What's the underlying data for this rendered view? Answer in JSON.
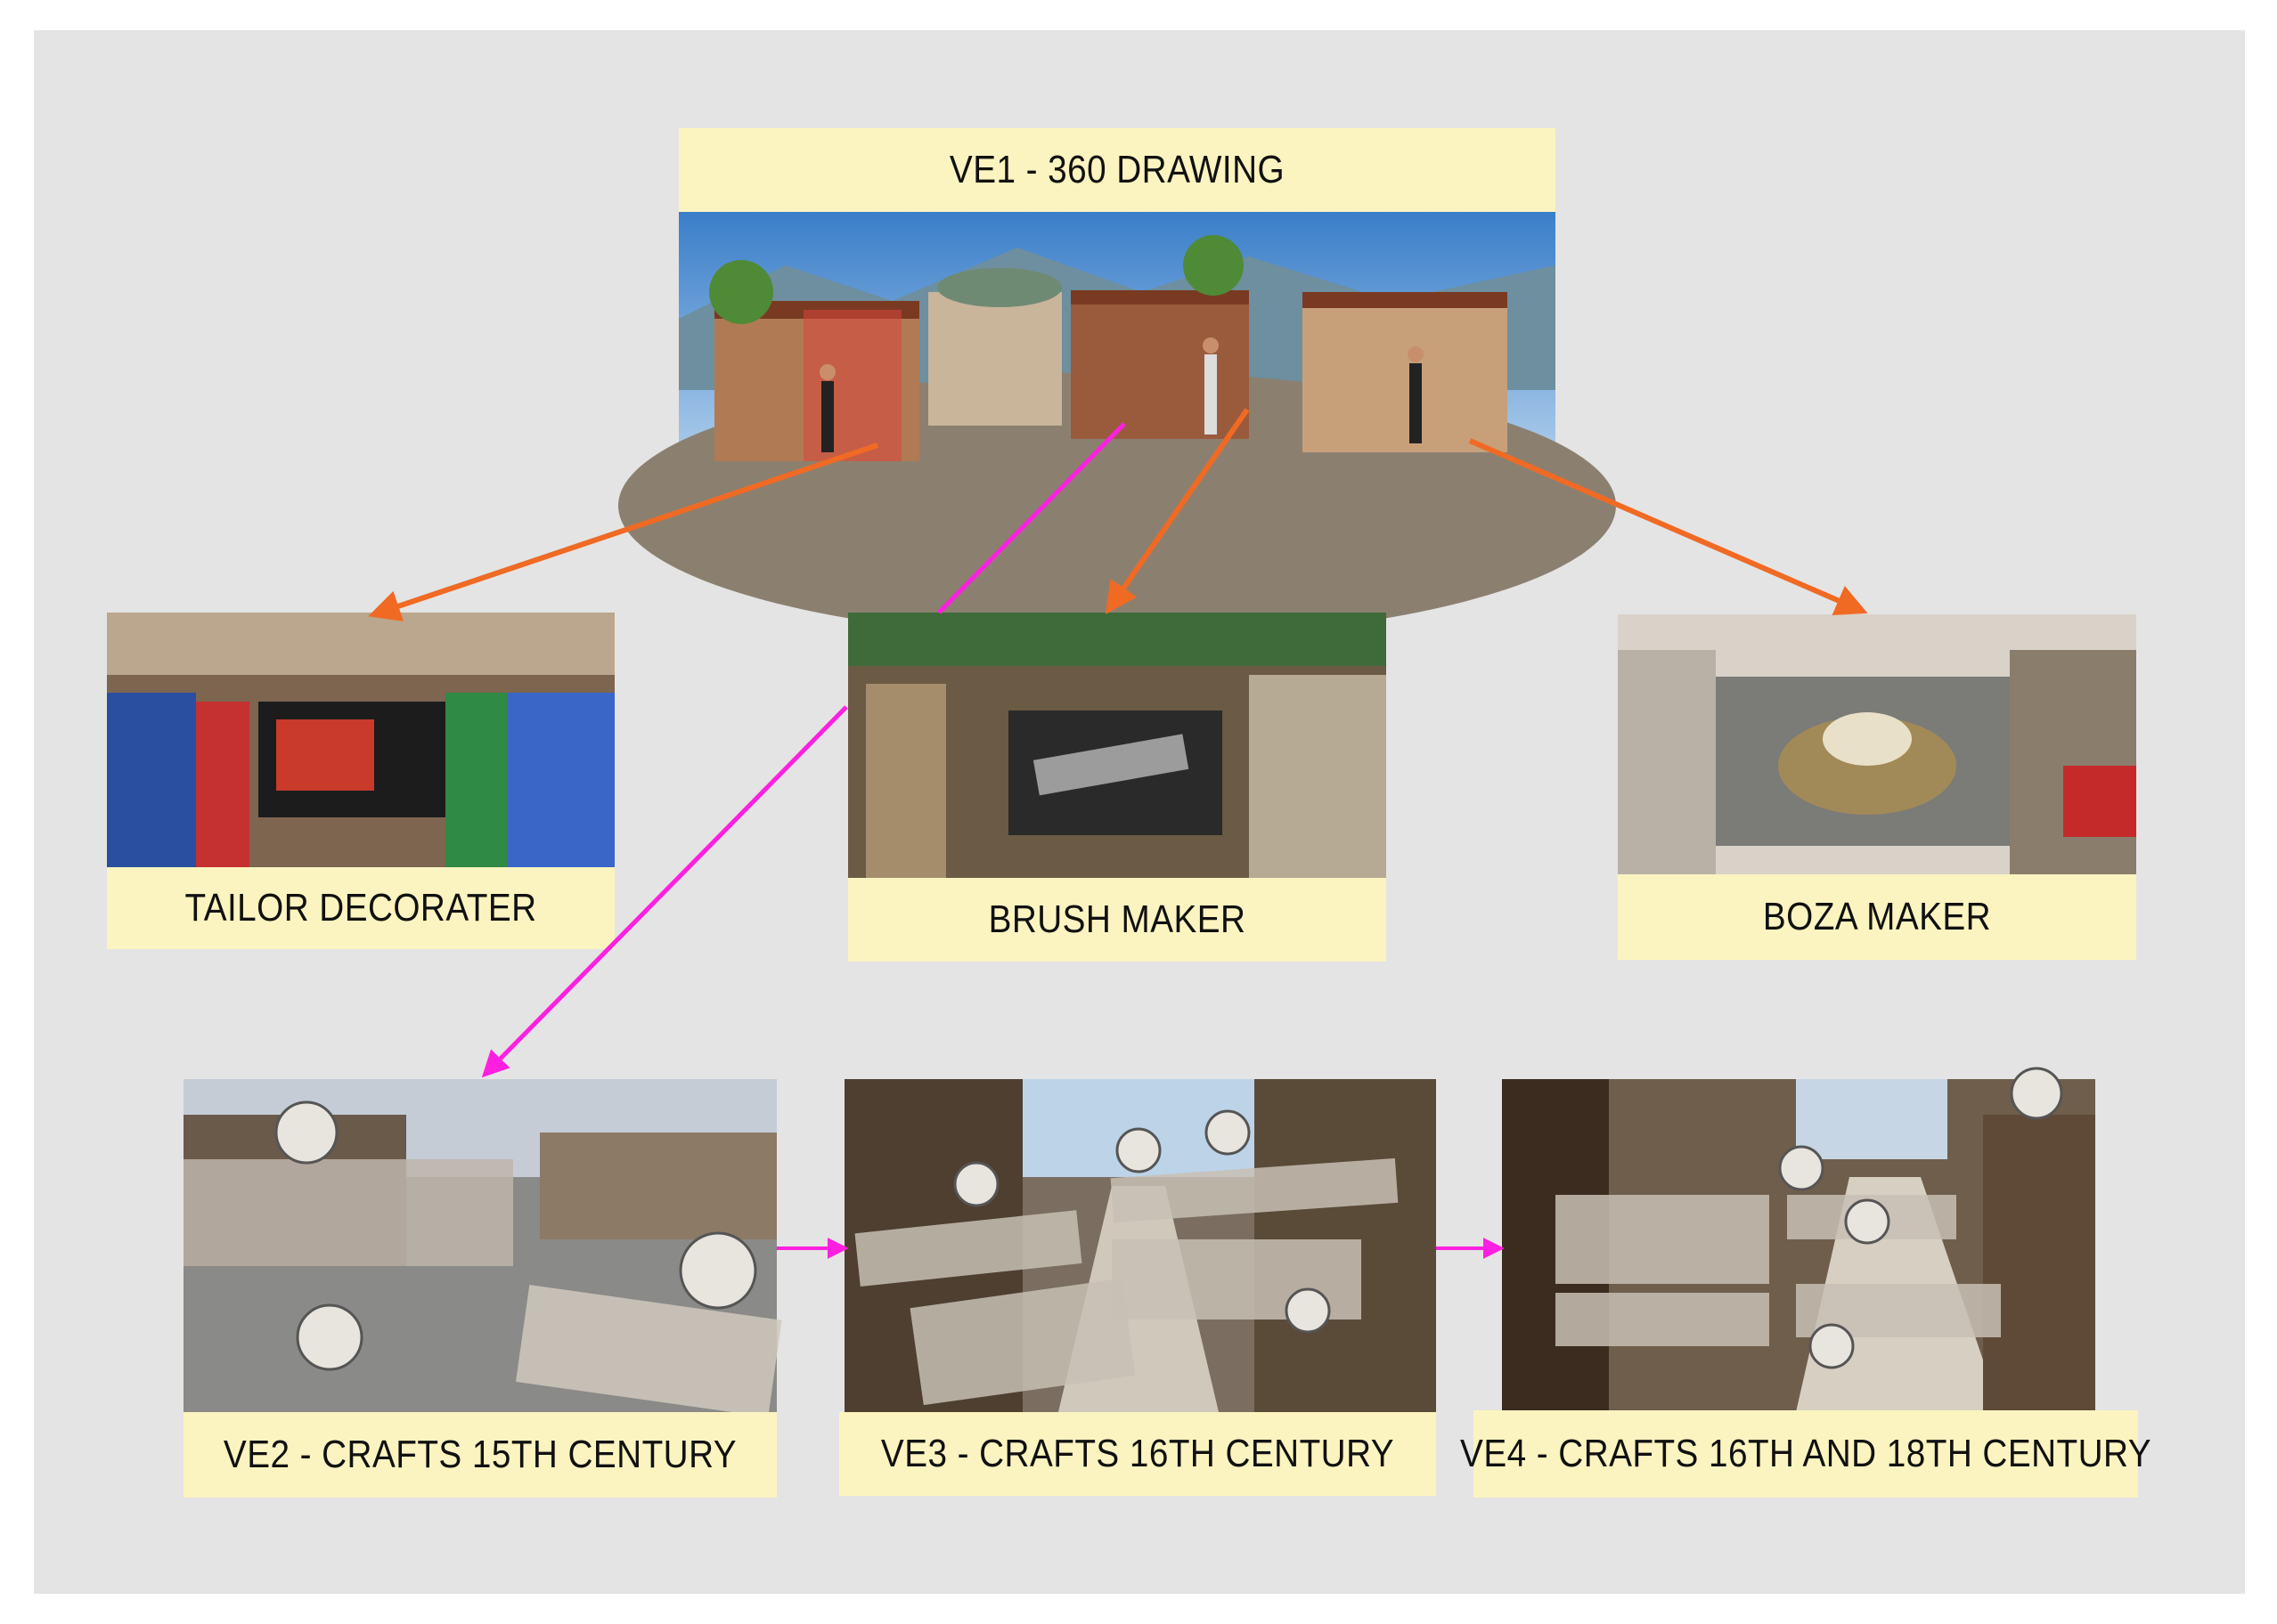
{
  "nodes": {
    "ve1": {
      "label": "VE1 - 360 DRAWING"
    },
    "tailor": {
      "label": "TAILOR DECORATER"
    },
    "brush": {
      "label": "BRUSH MAKER"
    },
    "boza": {
      "label": "BOZA MAKER"
    },
    "ve2": {
      "label": "VE2 - CRAFTS 15TH CENTURY"
    },
    "ve3": {
      "label": "VE3 - CRAFTS 16TH CENTURY"
    },
    "ve4": {
      "label": "VE4 - CRAFTS 16TH AND 18TH CENTURY"
    }
  },
  "colors": {
    "background": "#e4e4e4",
    "label_fill": "#fcf4c0",
    "arrow_orange": "#f06a24",
    "arrow_magenta": "#ff1fe0"
  }
}
